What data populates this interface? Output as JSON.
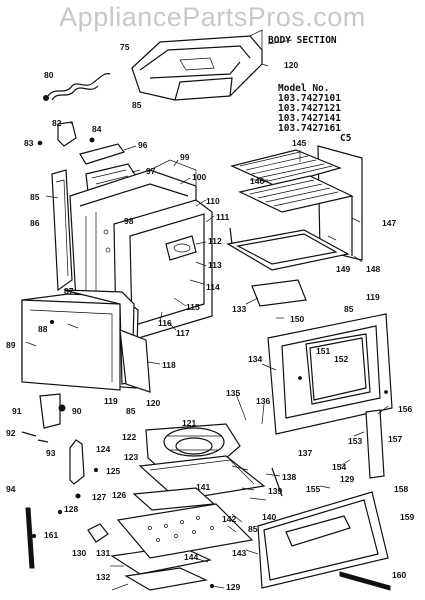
{
  "watermark": "AppliancePartsPros.com",
  "header": {
    "section": "BODY SECTION",
    "model_label": "Model No.",
    "models": [
      "103.7427101",
      "103.7427121",
      "103.7427141",
      "103.7427161"
    ],
    "code": "C5"
  },
  "callouts": [
    "75",
    "120",
    "80",
    "85",
    "82",
    "84",
    "83",
    "96",
    "97",
    "99",
    "100",
    "85",
    "86",
    "98",
    "110",
    "111",
    "112",
    "113",
    "114",
    "87",
    "88",
    "89",
    "115",
    "116",
    "117",
    "118",
    "90",
    "91",
    "92",
    "93",
    "94",
    "119",
    "85",
    "120",
    "121",
    "122",
    "123",
    "124",
    "125",
    "126",
    "127",
    "128",
    "161",
    "130",
    "131",
    "132",
    "129",
    "133",
    "134",
    "135",
    "136",
    "137",
    "138",
    "139",
    "140",
    "141",
    "142",
    "143",
    "144",
    "145",
    "146",
    "147",
    "148",
    "149",
    "150",
    "85",
    "119",
    "151",
    "152",
    "153",
    "154",
    "155",
    "156",
    "157",
    "158",
    "159",
    "160",
    "129",
    "85"
  ]
}
